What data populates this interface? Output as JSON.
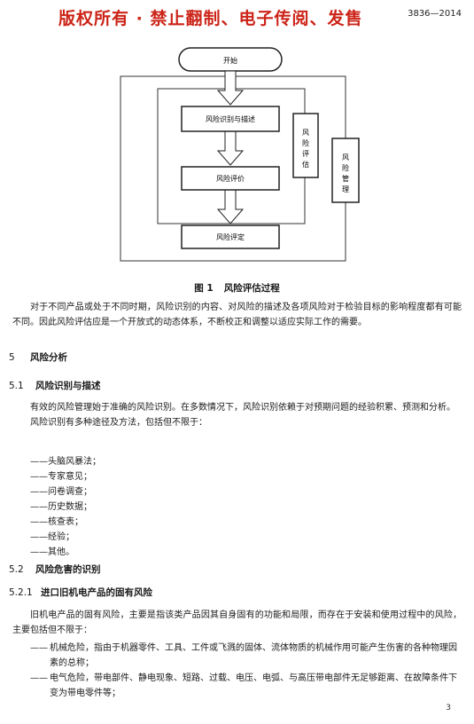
{
  "watermark": "版权所有 ·   禁止翻制、电子传阅、发售",
  "doc_number": "3836—2014",
  "flowchart": {
    "start": "开始",
    "identify": "风险识别与描述",
    "evaluate": "风险评价",
    "rate": "风险评定",
    "assess_side": "风险评估",
    "manage_side": "风险管理"
  },
  "figure": {
    "number": "图 1",
    "caption": "风险评估过程"
  },
  "intro_paragraph": "对于不同产品或处于不同时期，风险识别的内容、对风险的描述及各项风险对于检验目标的影响程度都有可能不同。因此风险评估应是一个开放式的动态体系，不断校正和调整以适应实际工作的需要。",
  "section5": {
    "number": "5",
    "title": "风险分析"
  },
  "section51": {
    "number": "5.1",
    "title": "风险识别与描述"
  },
  "p51a": "有效的风险管理始于准确的风险识别。在多数情况下，风险识别依赖于对预期问题的经验积累、预测和分析。",
  "p51b": "风险识别有多种途径及方法，包括但不限于：",
  "methods": [
    "——头脑风暴法；",
    "——专家意见；",
    "——问卷调查；",
    "——历史数据；",
    "——核查表；",
    "——经验；",
    "——其他。"
  ],
  "section52": {
    "number": "5.2",
    "title": "风险危害的识别"
  },
  "section521": {
    "number": "5.2.1",
    "title": "进口旧机电产品的固有风险"
  },
  "p521": "旧机电产品的固有风险，主要是指该类产品因其自身固有的功能和局限，而存在于安装和使用过程中的风险，主要包括但不限于：",
  "risks": [
    {
      "dash": "——",
      "text": "机械危险，指由于机器零件、工具、工件或飞溅的固体、流体物质的机械作用可能产生伤害的各种物理因素的总称；"
    },
    {
      "dash": "——",
      "text": "电气危险，带电部件、静电现象、短路、过载、电压、电弧、与高压带电部件无足够距离、在故障条件下变为带电零件等；"
    }
  ],
  "page_number": "3"
}
